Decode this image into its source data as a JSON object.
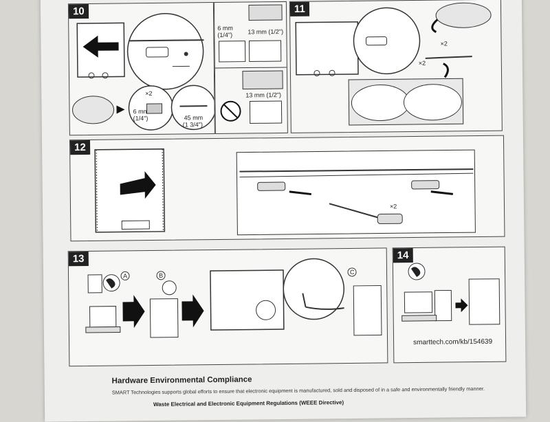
{
  "steps": {
    "s10": {
      "number": "10",
      "label_6mm": "6 mm",
      "label_6mm_in": "(1/4\")",
      "label_6mm_b": "6 mm",
      "label_6mm_b_in": "(1/4\")",
      "label_13mm": "13 mm (1/2\")",
      "label_13mm_b": "13 mm (1/2\")",
      "label_45mm": "45 mm",
      "label_45mm_in": "(1 3/4\")",
      "qty": "×2"
    },
    "s11": {
      "number": "11",
      "qty_a": "×2",
      "qty_b": "×2"
    },
    "s12": {
      "number": "12",
      "qty": "×2"
    },
    "s13": {
      "number": "13",
      "mark_a": "A",
      "mark_b": "B",
      "mark_c": "C"
    },
    "s14": {
      "number": "14",
      "url": "smarttech.com/kb/154639"
    }
  },
  "compliance": {
    "heading": "Hardware Environmental Compliance",
    "paragraph": "SMART Technologies supports global efforts to ensure that electronic equipment is manufactured, sold and disposed of in a safe and environmentally friendly manner.",
    "weee": "Waste Electrical and Electronic Equipment Regulations (WEEE Directive)"
  }
}
